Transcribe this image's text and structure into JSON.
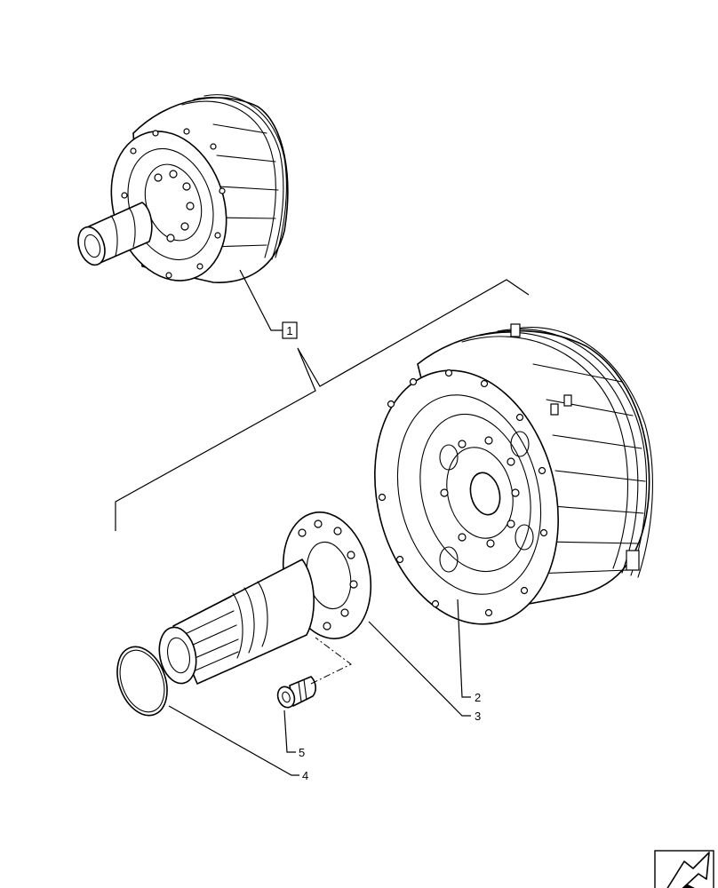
{
  "callouts": {
    "assembly": "1",
    "clutch_pack": "2",
    "hub_shaft": "3",
    "o_ring": "4",
    "bolt": "5"
  },
  "icons": {
    "navigation": "next-page-arrow-icon"
  }
}
